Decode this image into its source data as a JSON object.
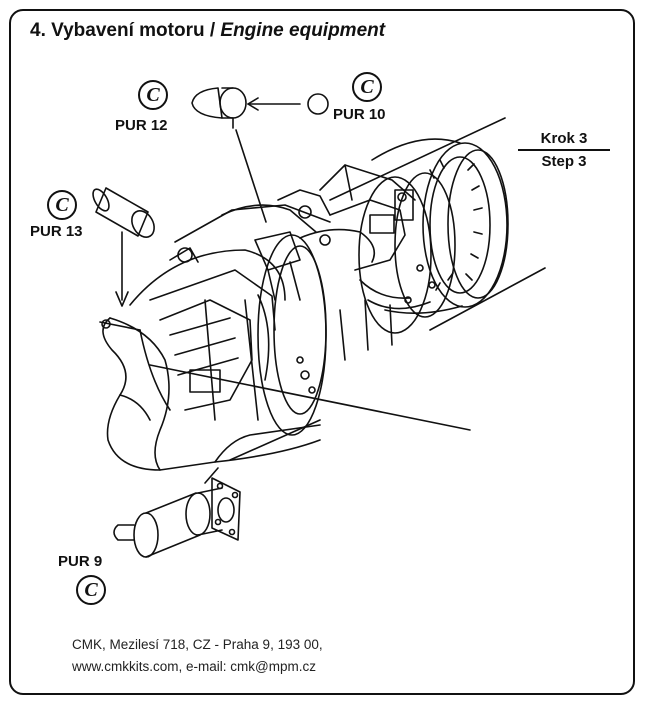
{
  "title": {
    "czech": "4. Vybavení motoru / ",
    "english": "Engine equipment"
  },
  "step": {
    "czech": "Krok 3",
    "english": "Step 3"
  },
  "parts": [
    {
      "id": "pur12",
      "badge": "C",
      "label": "PUR 12"
    },
    {
      "id": "pur10",
      "badge": "C",
      "label": "PUR 10"
    },
    {
      "id": "pur13",
      "badge": "C",
      "label": "PUR 13"
    },
    {
      "id": "pur9",
      "badge": "C",
      "label": "PUR 9"
    }
  ],
  "footer": {
    "address": "CMK, Mezilesí 718, CZ - Praha 9, 193 00,",
    "contact": "www.cmkkits.com,  e-mail: cmk@mpm.cz"
  }
}
